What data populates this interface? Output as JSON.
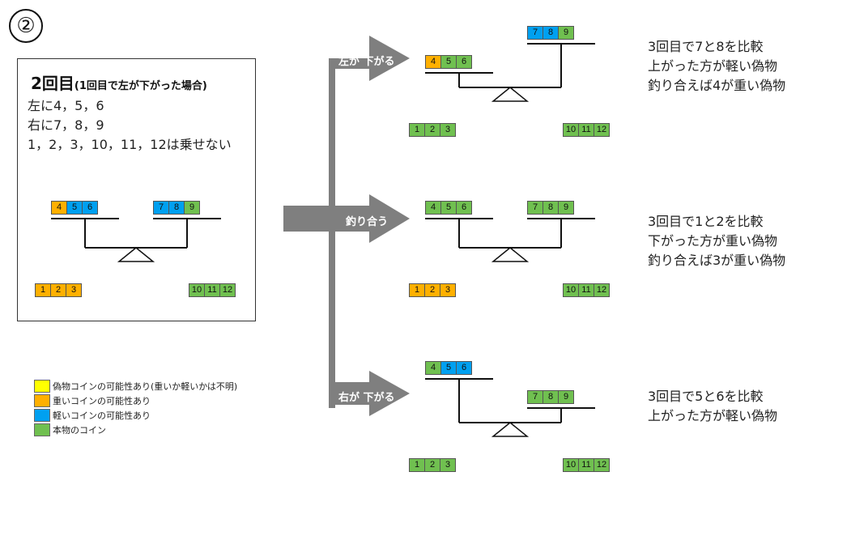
{
  "step_label": "②",
  "colors": {
    "unknown": "#ffff00",
    "heavy": "#ffb000",
    "light": "#00a0f0",
    "genuine": "#70c050",
    "arrow": "#7f7f7f"
  },
  "panel": {
    "title_big": "2回目",
    "title_small": "(1回目で左が下がった場合)",
    "lines": [
      "左に4，5，6",
      "右に7，8，9",
      "1，2，3，10，11，12は乗せない"
    ],
    "scale": {
      "left": [
        {
          "n": "4",
          "c": "heavy"
        },
        {
          "n": "5",
          "c": "light"
        },
        {
          "n": "6",
          "c": "light"
        }
      ],
      "right": [
        {
          "n": "7",
          "c": "light"
        },
        {
          "n": "8",
          "c": "light"
        },
        {
          "n": "9",
          "c": "genuine"
        }
      ],
      "off_left": [
        {
          "n": "1",
          "c": "heavy"
        },
        {
          "n": "2",
          "c": "heavy"
        },
        {
          "n": "3",
          "c": "heavy"
        }
      ],
      "off_right": [
        {
          "n": "10",
          "c": "genuine"
        },
        {
          "n": "11",
          "c": "genuine"
        },
        {
          "n": "12",
          "c": "genuine"
        }
      ]
    }
  },
  "outcomes": [
    {
      "label": "左が 下がる",
      "left": [
        {
          "n": "4",
          "c": "heavy"
        },
        {
          "n": "5",
          "c": "genuine"
        },
        {
          "n": "6",
          "c": "genuine"
        }
      ],
      "right": [
        {
          "n": "7",
          "c": "light"
        },
        {
          "n": "8",
          "c": "light"
        },
        {
          "n": "9",
          "c": "genuine"
        }
      ],
      "off_left": [
        {
          "n": "1",
          "c": "genuine"
        },
        {
          "n": "2",
          "c": "genuine"
        },
        {
          "n": "3",
          "c": "genuine"
        }
      ],
      "off_right": [
        {
          "n": "10",
          "c": "genuine"
        },
        {
          "n": "11",
          "c": "genuine"
        },
        {
          "n": "12",
          "c": "genuine"
        }
      ],
      "desc": [
        "3回目で7と8を比較",
        "上がった方が軽い偽物",
        "釣り合えば4が重い偽物"
      ]
    },
    {
      "label": "釣り合う",
      "left": [
        {
          "n": "4",
          "c": "genuine"
        },
        {
          "n": "5",
          "c": "genuine"
        },
        {
          "n": "6",
          "c": "genuine"
        }
      ],
      "right": [
        {
          "n": "7",
          "c": "genuine"
        },
        {
          "n": "8",
          "c": "genuine"
        },
        {
          "n": "9",
          "c": "genuine"
        }
      ],
      "off_left": [
        {
          "n": "1",
          "c": "heavy"
        },
        {
          "n": "2",
          "c": "heavy"
        },
        {
          "n": "3",
          "c": "heavy"
        }
      ],
      "off_right": [
        {
          "n": "10",
          "c": "genuine"
        },
        {
          "n": "11",
          "c": "genuine"
        },
        {
          "n": "12",
          "c": "genuine"
        }
      ],
      "desc": [
        "3回目で1と2を比較",
        "下がった方が重い偽物",
        "釣り合えば3が重い偽物"
      ]
    },
    {
      "label": "右が 下がる",
      "left": [
        {
          "n": "4",
          "c": "genuine"
        },
        {
          "n": "5",
          "c": "light"
        },
        {
          "n": "6",
          "c": "light"
        }
      ],
      "right": [
        {
          "n": "7",
          "c": "genuine"
        },
        {
          "n": "8",
          "c": "genuine"
        },
        {
          "n": "9",
          "c": "genuine"
        }
      ],
      "off_left": [
        {
          "n": "1",
          "c": "genuine"
        },
        {
          "n": "2",
          "c": "genuine"
        },
        {
          "n": "3",
          "c": "genuine"
        }
      ],
      "off_right": [
        {
          "n": "10",
          "c": "genuine"
        },
        {
          "n": "11",
          "c": "genuine"
        },
        {
          "n": "12",
          "c": "genuine"
        }
      ],
      "desc": [
        "3回目で5と6を比較",
        "上がった方が軽い偽物"
      ]
    }
  ],
  "legend": [
    {
      "color": "unknown",
      "label": "偽物コインの可能性あり(重いか軽いかは不明)"
    },
    {
      "color": "heavy",
      "label": "重いコインの可能性あり"
    },
    {
      "color": "light",
      "label": "軽いコインの可能性あり"
    },
    {
      "color": "genuine",
      "label": "本物のコイン"
    }
  ]
}
